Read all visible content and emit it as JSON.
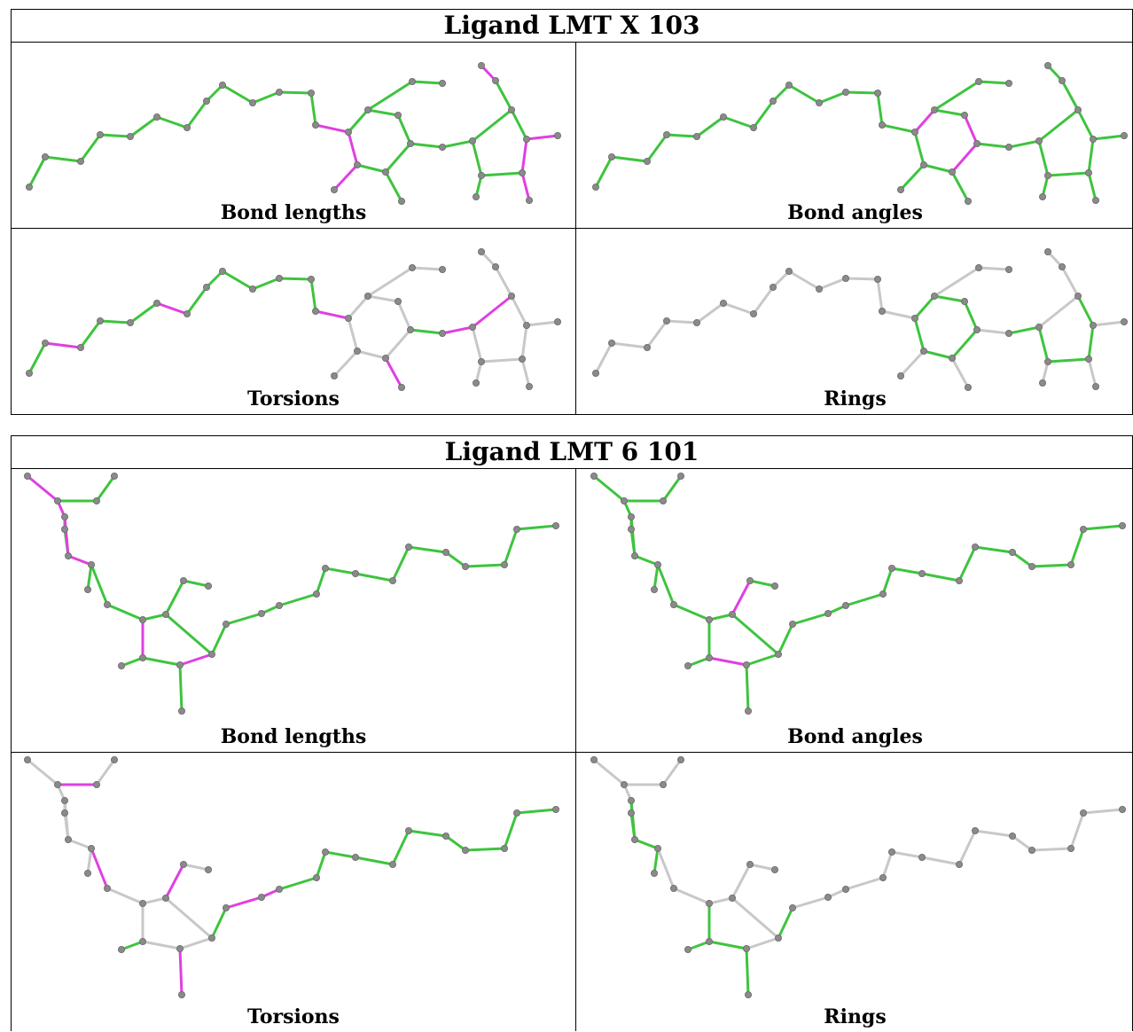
{
  "colors": {
    "ok": "#3ec43e",
    "outlier": "#e040e0",
    "neutral": "#c8c8c8",
    "atom": "#8a8a8a"
  },
  "ligands": [
    {
      "title": "Ligand LMT X 103",
      "panels": [
        {
          "label": "Bond lengths"
        },
        {
          "label": "Bond angles"
        },
        {
          "label": "Torsions"
        },
        {
          "label": "Rings"
        }
      ]
    },
    {
      "title": "Ligand LMT 6 101",
      "panels": [
        {
          "label": "Bond lengths"
        },
        {
          "label": "Bond angles"
        },
        {
          "label": "Torsions"
        },
        {
          "label": "Rings"
        }
      ]
    }
  ]
}
